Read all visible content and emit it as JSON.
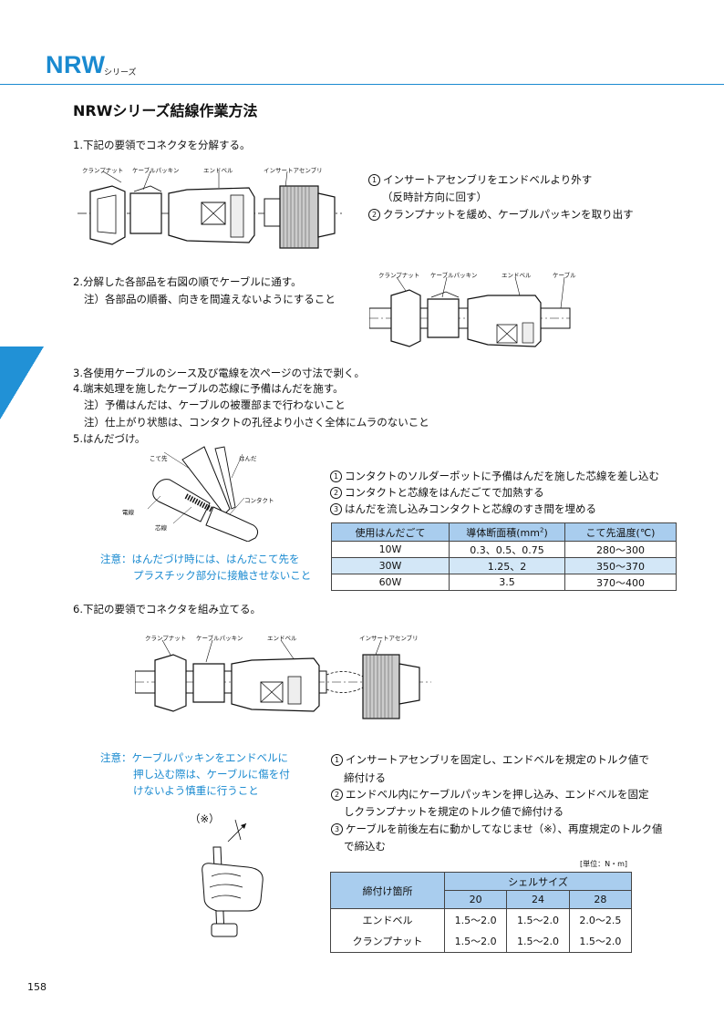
{
  "header": {
    "brand": "NRW",
    "sub": "シリーズ"
  },
  "title": "NRWシリーズ結線作業方法",
  "step1": {
    "heading": "1.下記の要領でコネクタを分解する。",
    "labels": [
      "クランプナット",
      "ケーブルパッキン",
      "エンドベル",
      "インサートアセンブリ"
    ],
    "items": [
      {
        "num": "1",
        "text": "インサートアセンブリをエンドベルより外す"
      },
      {
        "num": "",
        "text": "（反時計方向に回す）"
      },
      {
        "num": "2",
        "text": "クランプナットを緩め、ケーブルパッキンを取り出す"
      }
    ]
  },
  "step2": {
    "heading": "2.分解した各部品を右図の順でケーブルに通す。",
    "note": "注）各部品の順番、向きを間違えないようにすること",
    "labels": [
      "クランプナット",
      "ケーブルパッキン",
      "エンドベル",
      "ケーブル"
    ]
  },
  "step3": {
    "heading": "3.各使用ケーブルのシース及び電線を次ページの寸法で剥く。"
  },
  "step4": {
    "heading": "4.端末処理を施したケーブルの芯線に予備はんだを施す。",
    "note1": "注）予備はんだは、ケーブルの被覆部まで行わないこと",
    "note2": "注）仕上がり状態は、コンタクトの孔径より小さく全体にムラのないこと"
  },
  "step5": {
    "heading": "5.はんだづけ。",
    "labels": [
      "こて先",
      "はんだ",
      "コンタクト",
      "電線",
      "芯線"
    ],
    "items": [
      {
        "num": "1",
        "text": "コンタクトのソルダーポットに予備はんだを施した芯線を差し込む"
      },
      {
        "num": "2",
        "text": "コンタクトと芯線をはんだごてで加熱する"
      },
      {
        "num": "3",
        "text": "はんだを流し込みコンタクトと芯線のすき間を埋める"
      }
    ],
    "caution_prefix": "注意：",
    "caution_line1": "はんだづけ時には、はんだこて先を",
    "caution_line2": "プラスチック部分に接触させないこと",
    "table": {
      "headers": [
        "使用はんだごて",
        "導体断面積(mm",
        "2",
        ")",
        "こて先温度(℃)"
      ],
      "rows": [
        [
          "10W",
          "0.3、0.5、0.75",
          "280～300"
        ],
        [
          "30W",
          "1.25、2",
          "350～370"
        ],
        [
          "60W",
          "3.5",
          "370～400"
        ]
      ]
    }
  },
  "step6": {
    "heading": "6.下記の要領でコネクタを組み立てる。",
    "labels": [
      "クランプナット",
      "ケーブルパッキン",
      "エンドベル",
      "インサートアセンブリ"
    ],
    "caution_prefix": "注意：",
    "caution_line1": "ケーブルパッキンをエンドベルに",
    "caution_line2": "押し込む際は、ケーブルに傷を付",
    "caution_line3": "けないよう慎重に行うこと",
    "items": [
      {
        "num": "1",
        "text": "インサートアセンブリを固定し、エンドベルを規定のトルク値で"
      },
      {
        "num": "",
        "text": "締付ける"
      },
      {
        "num": "2",
        "text": "エンドベル内にケーブルパッキンを押し込み、エンドベルを固定"
      },
      {
        "num": "",
        "text": "しクランプナットを規定のトルク値で締付ける"
      },
      {
        "num": "3",
        "text": "ケーブルを前後左右に動かしてなじませ（※）、再度規定のトルク値"
      },
      {
        "num": "",
        "text": "で締込む"
      }
    ],
    "mark": "（※）",
    "unit": "[単位：N・m]",
    "torque": {
      "col_head": "締付け箇所",
      "shell_head": "シェルサイズ",
      "sizes": [
        "20",
        "24",
        "28"
      ],
      "parts": [
        "エンドベル",
        "クランプナット"
      ],
      "rows": [
        [
          "1.5～2.0",
          "1.5～2.0",
          "2.0～2.5"
        ],
        [
          "1.5～2.0",
          "1.5～2.0",
          "1.5～2.0"
        ]
      ]
    }
  },
  "page_number": "158",
  "colors": {
    "accent": "#1a8ad0",
    "table_header": "#a9cdee",
    "table_shade": "#d3e7f7"
  }
}
